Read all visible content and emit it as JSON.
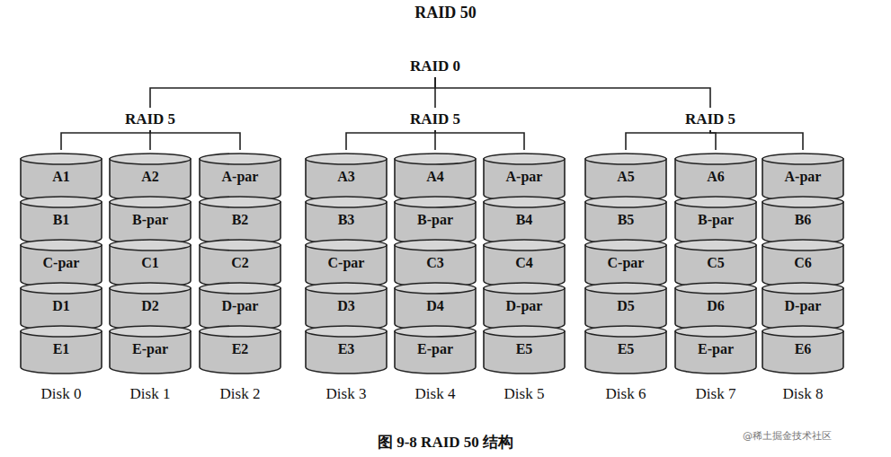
{
  "diagram": {
    "title": "RAID 50",
    "caption": "图 9-8 RAID 50 结构",
    "nodes": [
      {
        "text": [
          "RAID 0"
        ]
      },
      {
        "text": [
          "RAID 5"
        ]
      },
      {
        "text": [
          "RAID 5"
        ]
      },
      {
        "text": [
          "RAID 5"
        ]
      },
      {
        "text": [
          "Disk 0"
        ]
      },
      {
        "text": [
          "A1"
        ],
        "in": 4
      },
      {
        "text": [
          "B1"
        ],
        "in": 4
      },
      {
        "text": [
          "C-par"
        ],
        "in": 4
      },
      {
        "text": [
          "D1"
        ],
        "in": 4
      },
      {
        "text": [
          "E1"
        ],
        "in": 4
      },
      {
        "text": [
          "Disk 1"
        ]
      },
      {
        "text": [
          "A2"
        ],
        "in": 10
      },
      {
        "text": [
          "B-par"
        ],
        "in": 10
      },
      {
        "text": [
          "C1"
        ],
        "in": 10
      },
      {
        "text": [
          "D2"
        ],
        "in": 10
      },
      {
        "text": [
          "E-par"
        ],
        "in": 10
      },
      {
        "text": [
          "Disk 2"
        ]
      },
      {
        "text": [
          "A-par"
        ],
        "in": 16
      },
      {
        "text": [
          "B2"
        ],
        "in": 16
      },
      {
        "text": [
          "C2"
        ],
        "in": 16
      },
      {
        "text": [
          "D-par"
        ],
        "in": 16
      },
      {
        "text": [
          "E2"
        ],
        "in": 16
      },
      {
        "text": [
          "Disk 3"
        ]
      },
      {
        "text": [
          "A3"
        ],
        "in": 22
      },
      {
        "text": [
          "B3"
        ],
        "in": 22
      },
      {
        "text": [
          "C-par"
        ],
        "in": 22
      },
      {
        "text": [
          "D3"
        ],
        "in": 22
      },
      {
        "text": [
          "E3"
        ],
        "in": 22
      },
      {
        "text": [
          "Disk 4"
        ]
      },
      {
        "text": [
          "A4"
        ],
        "in": 28
      },
      {
        "text": [
          "B-par"
        ],
        "in": 28
      },
      {
        "text": [
          "C3"
        ],
        "in": 28
      },
      {
        "text": [
          "D4"
        ],
        "in": 28
      },
      {
        "text": [
          "E-par"
        ],
        "in": 28
      },
      {
        "text": [
          "Disk 5"
        ]
      },
      {
        "text": [
          "A-par"
        ],
        "in": 34
      },
      {
        "text": [
          "B4"
        ],
        "in": 34
      },
      {
        "text": [
          "C4"
        ],
        "in": 34
      },
      {
        "text": [
          "D-par"
        ],
        "in": 34
      },
      {
        "text": [
          "E5"
        ],
        "in": 34
      },
      {
        "text": [
          "Disk 6"
        ]
      },
      {
        "text": [
          "A5"
        ],
        "in": 40
      },
      {
        "text": [
          "B5"
        ],
        "in": 40
      },
      {
        "text": [
          "C-par"
        ],
        "in": 40
      },
      {
        "text": [
          "D5"
        ],
        "in": 40
      },
      {
        "text": [
          "E5"
        ],
        "in": 40
      },
      {
        "text": [
          "Disk 7"
        ]
      },
      {
        "text": [
          "A6"
        ],
        "in": 46
      },
      {
        "text": [
          "B-par"
        ],
        "in": 46
      },
      {
        "text": [
          "C5"
        ],
        "in": 46
      },
      {
        "text": [
          "D6"
        ],
        "in": 46
      },
      {
        "text": [
          "E-par"
        ],
        "in": 46
      },
      {
        "text": [
          "Disk 8"
        ]
      },
      {
        "text": [
          "A-par"
        ],
        "in": 52
      },
      {
        "text": [
          "B6"
        ],
        "in": 52
      },
      {
        "text": [
          "C6"
        ],
        "in": 52
      },
      {
        "text": [
          "D-par"
        ],
        "in": 52
      },
      {
        "text": [
          "E6"
        ],
        "in": 52
      }
    ],
    "edges": [
      {
        "from": 0,
        "to": 1,
        "arrow": "none"
      },
      {
        "from": 0,
        "to": 2,
        "arrow": "none"
      },
      {
        "from": 0,
        "to": 3,
        "arrow": "none"
      },
      {
        "from": 1,
        "to": 4,
        "arrow": "none"
      },
      {
        "from": 1,
        "to": 10,
        "arrow": "none"
      },
      {
        "from": 1,
        "to": 16,
        "arrow": "none"
      },
      {
        "from": 2,
        "to": 22,
        "arrow": "none"
      },
      {
        "from": 2,
        "to": 28,
        "arrow": "none"
      },
      {
        "from": 2,
        "to": 34,
        "arrow": "none"
      },
      {
        "from": 3,
        "to": 40,
        "arrow": "none"
      },
      {
        "from": 3,
        "to": 46,
        "arrow": "none"
      },
      {
        "from": 3,
        "to": 52,
        "arrow": "none"
      }
    ],
    "labels": [
      "@稀土掘金技术社区"
    ]
  }
}
